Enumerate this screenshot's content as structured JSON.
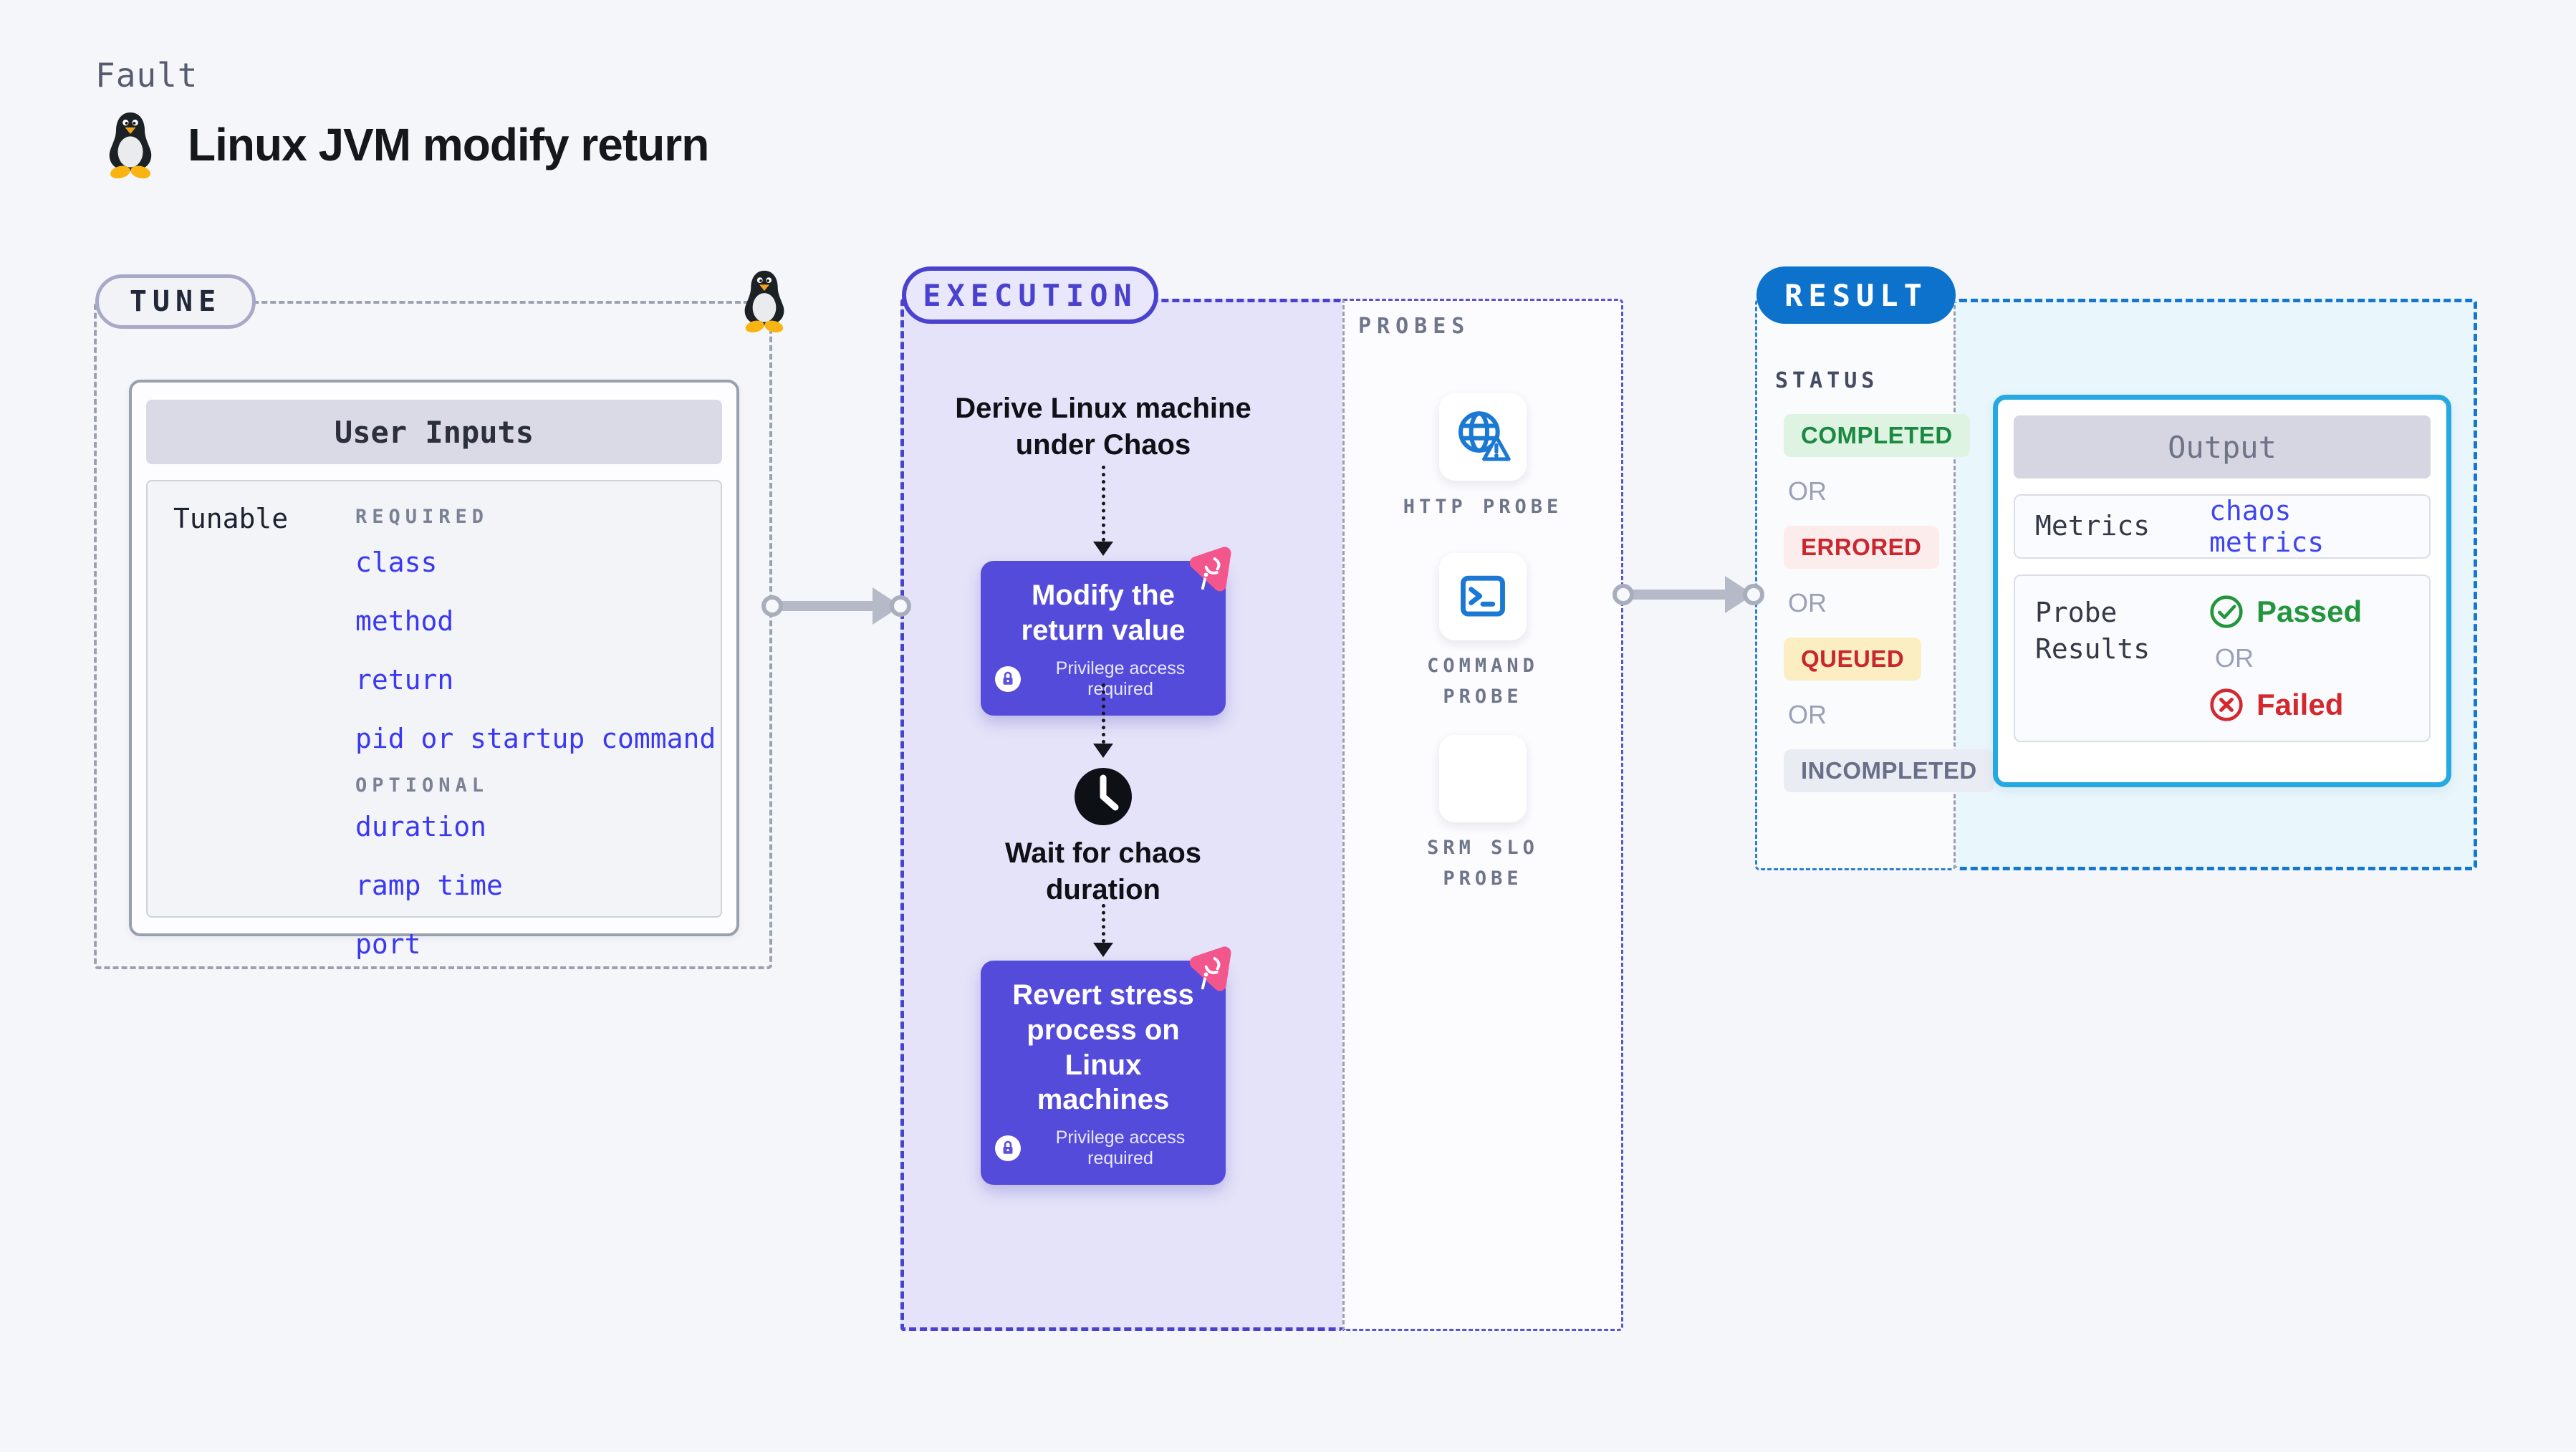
{
  "header": {
    "eyebrow": "Fault",
    "title": "Linux JVM modify return",
    "icon": "tux-linux-icon"
  },
  "tune": {
    "badge": "TUNE",
    "user_inputs": {
      "header": "User Inputs",
      "row_label": "Tunable",
      "required_label": "REQUIRED",
      "required_items": [
        "class",
        "method",
        "return",
        "pid or startup command"
      ],
      "optional_label": "OPTIONAL",
      "optional_items": [
        "duration",
        "ramp time",
        "port"
      ]
    }
  },
  "execution": {
    "badge": "EXECUTION",
    "derive_step": "Derive Linux machine under Chaos",
    "modify_step": "Modify the return value",
    "wait_step": "Wait for chaos duration",
    "revert_step": "Revert stress process on Linux machines",
    "privilege_note": "Privilege access required"
  },
  "probes": {
    "label": "PROBES",
    "items": [
      {
        "name": "HTTP PROBE",
        "icon": "globe-alert-icon"
      },
      {
        "name": "COMMAND PROBE",
        "icon": "terminal-icon"
      },
      {
        "name": "SRM SLO PROBE",
        "icon": "slo-donut-check-icon"
      }
    ]
  },
  "result": {
    "badge": "RESULT",
    "status_label": "STATUS",
    "or_label": "OR",
    "statuses": [
      {
        "label": "COMPLETED",
        "fg": "#1b8a41",
        "bg": "#def3e2"
      },
      {
        "label": "ERRORED",
        "fg": "#c9262d",
        "bg": "#fcecec"
      },
      {
        "label": "QUEUED",
        "fg": "#c9262d",
        "bg": "#faeec2"
      },
      {
        "label": "INCOMPLETED",
        "fg": "#696f88",
        "bg": "#eaecf3"
      }
    ],
    "output": {
      "header": "Output",
      "metrics_label": "Metrics",
      "metrics_value": "chaos metrics",
      "probe_results_label": "Probe Results",
      "passed_label": "Passed",
      "failed_label": "Failed"
    }
  },
  "colors": {
    "page_bg": "#f5f6fa",
    "execution_accent": "#4a42cf",
    "execution_fill": "#e5e3f9",
    "step_box_purple": "#544bda",
    "result_accent": "#0d72cb",
    "result_fill": "#e9f6fc",
    "output_border_cyan": "#25a9e0",
    "field_link_blue": "#3a38f2",
    "passed_green": "#23963d",
    "failed_red": "#d2282e",
    "probe_icon_blue": "#1b79d4",
    "logo_pink": "#f3568c"
  }
}
